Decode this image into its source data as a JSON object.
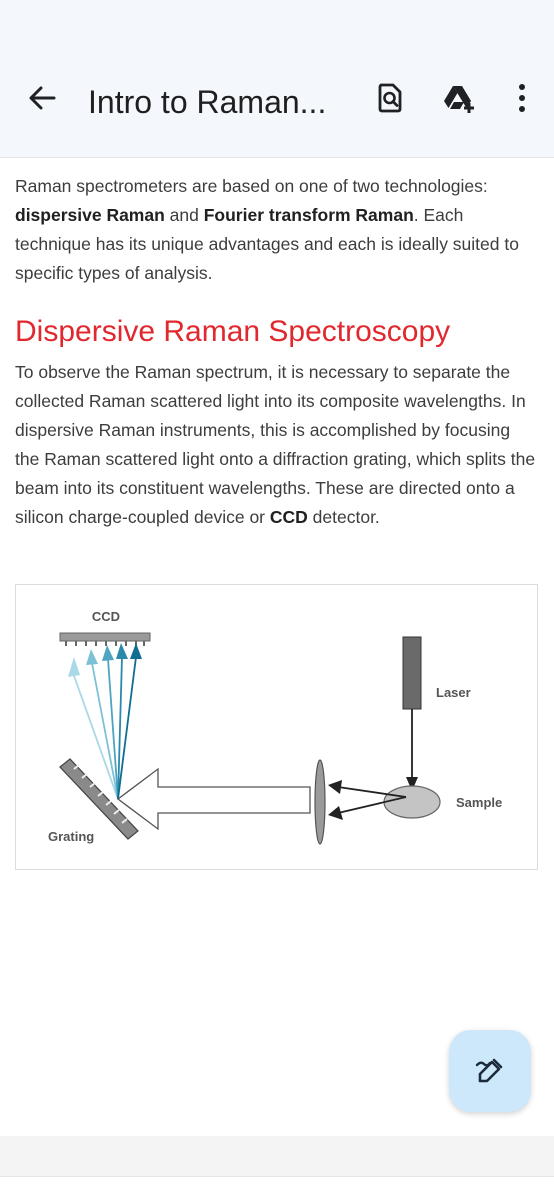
{
  "header": {
    "title": "Intro to Raman...",
    "icons": [
      "back-arrow-icon",
      "find-in-page-icon",
      "add-to-drive-icon",
      "more-vert-icon"
    ]
  },
  "article": {
    "intro": {
      "t1": "Raman spectrometers are based on one of two technologies: ",
      "b1": "dispersive Raman",
      "t2": " and ",
      "b2": "Fourier transform Raman",
      "t3": ". Each technique has its unique advantages and each is ideally suited to specific types of analysis."
    },
    "heading": "Dispersive Raman Spectroscopy",
    "para2": {
      "t1": "To observe the Raman spectrum, it is necessary to separate the collected Raman scattered light into its composite wavelengths. In dispersive Raman instruments, this is accomplished by focusing the Raman scattered light onto a diffraction grating, which splits the beam into its constituent wavelengths. These are directed onto a silicon charge-coupled device or ",
      "b1": "CCD",
      "t2": " detector."
    },
    "figure": {
      "ccd_label": "CCD",
      "laser_label": "Laser",
      "sample_label": "Sample",
      "grating_label": "Grating"
    }
  },
  "fab": {
    "icon": "edit-pen-icon"
  },
  "colors": {
    "heading": "#e0282e",
    "fab_bg": "#cde8fb",
    "appbar_bg": "#f4f7fb"
  }
}
